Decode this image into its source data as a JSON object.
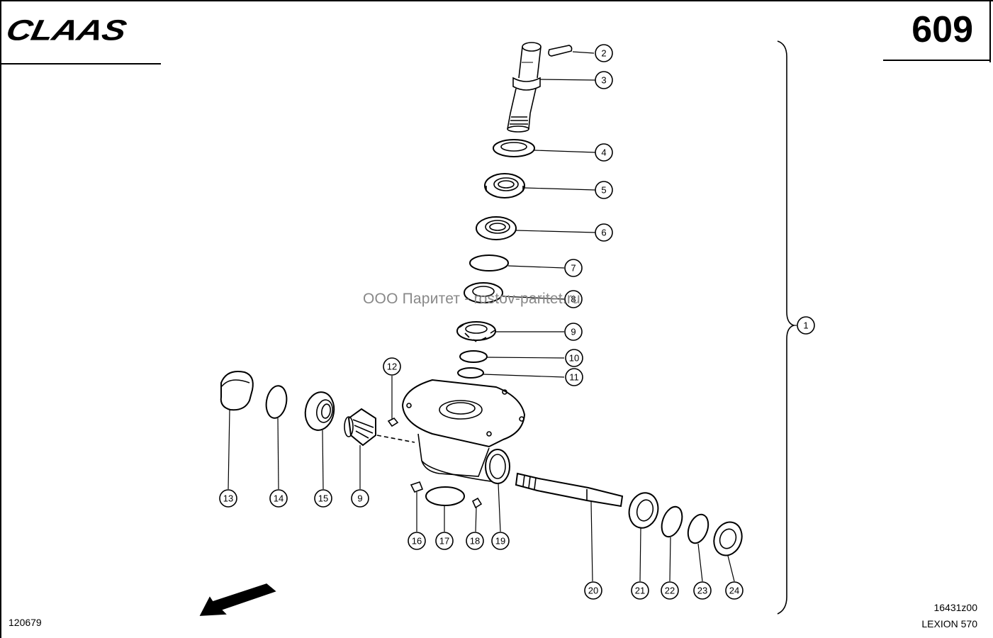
{
  "header": {
    "brand": "CLAAS",
    "page_number": "609"
  },
  "footer": {
    "left_code": "120679",
    "right_code": "16431z00",
    "model": "LEXION 570"
  },
  "watermark": "ООО Паритет - rostov-paritet.ru",
  "callouts": {
    "c1": "1",
    "c2": "2",
    "c3": "3",
    "c4": "4",
    "c5": "5",
    "c6": "6",
    "c7": "7",
    "c8": "8",
    "c9a": "9",
    "c10": "10",
    "c11": "11",
    "c12": "12",
    "c13": "13",
    "c14": "14",
    "c15": "15",
    "c9b": "9",
    "c16": "16",
    "c17": "17",
    "c18": "18",
    "c19": "19",
    "c20": "20",
    "c21": "21",
    "c22": "22",
    "c23": "23",
    "c24": "24"
  }
}
